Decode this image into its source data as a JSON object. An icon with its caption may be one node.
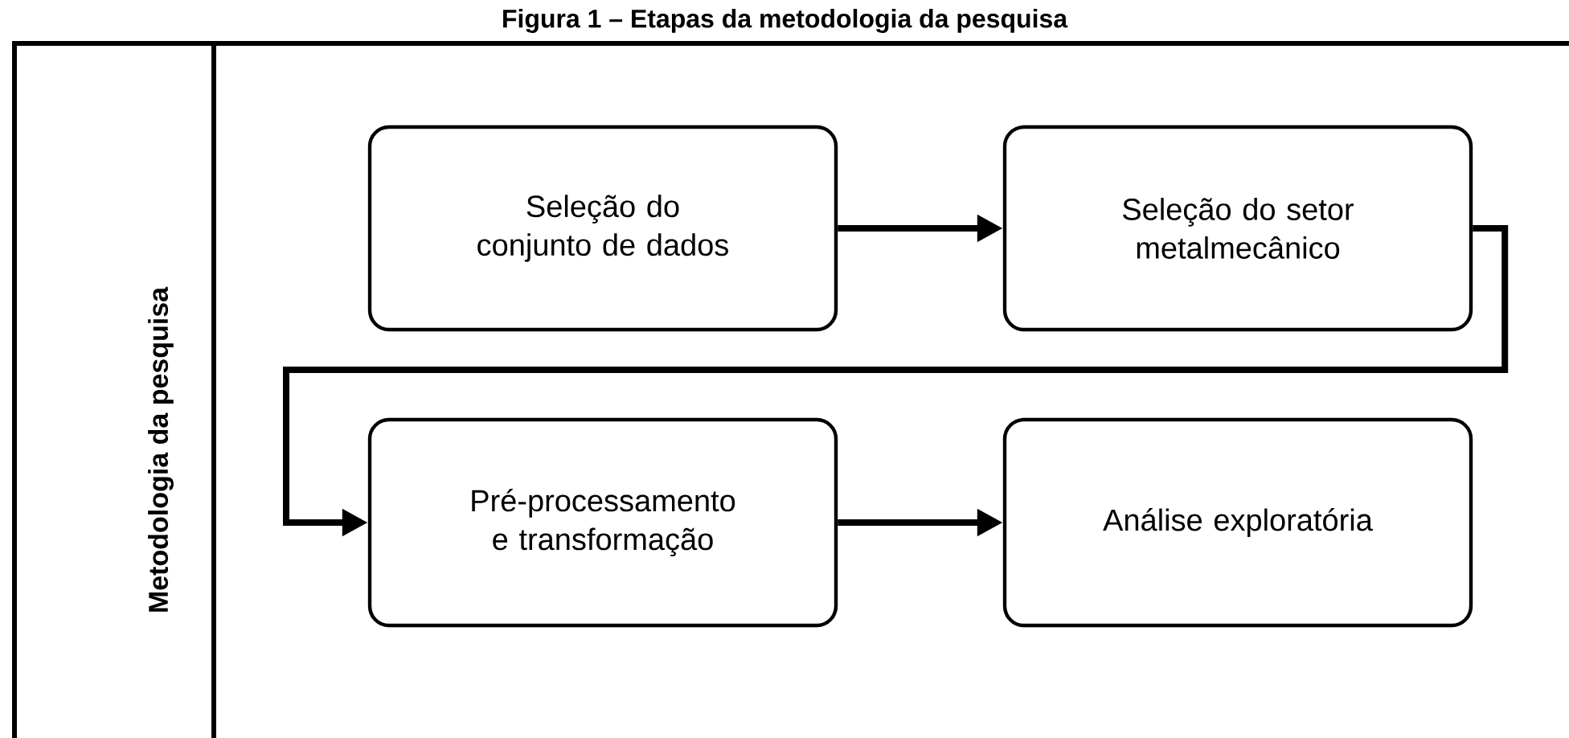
{
  "diagram": {
    "title": "Figura 1 – Etapas da metodologia da pesquisa",
    "nodes": [
      {
        "text": [
          "Metodologia da pesquisa"
        ]
      },
      {
        "text": [
          "Seleção do conjunto de dados"
        ]
      },
      {
        "text": [
          "Seleção do setor metalmecânico"
        ]
      },
      {
        "text": [
          "Pré-processamento e transformação"
        ]
      },
      {
        "text": [
          "Análise exploratória"
        ]
      }
    ],
    "edges": [
      {
        "from": 1,
        "to": 2,
        "arrow": "to"
      },
      {
        "from": 2,
        "to": 3,
        "arrow": "to"
      },
      {
        "from": 3,
        "to": 4,
        "arrow": "to"
      }
    ]
  }
}
